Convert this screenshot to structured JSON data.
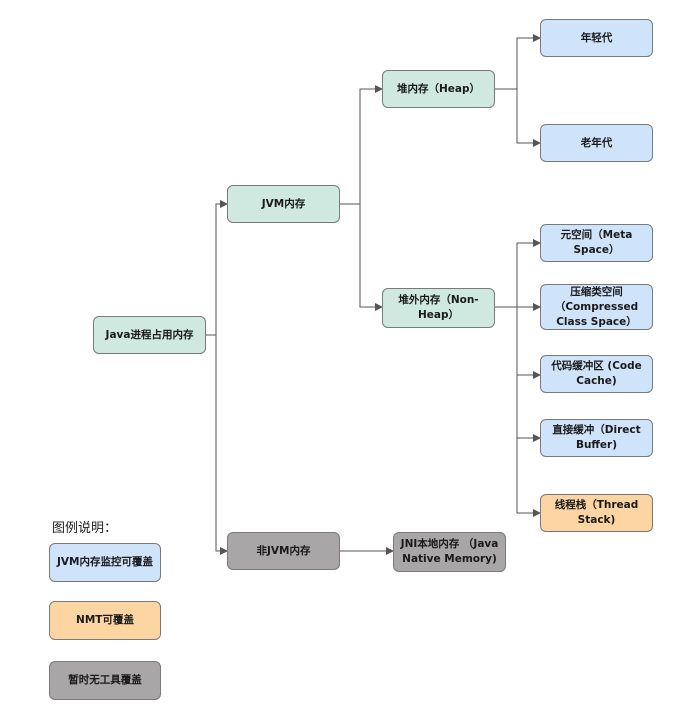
{
  "colors": {
    "green": "#cfe9e1",
    "blue": "#cfe3fb",
    "orange": "#fcd5a3",
    "gray": "#a8a6a6",
    "line": "#555555"
  },
  "nodes": {
    "root": "Java进程占用内存",
    "jvm": "JVM内存",
    "nonjvm": "非JVM内存",
    "heap": "堆内存（Heap）",
    "nonheap": "堆外内存（Non-Heap）",
    "young": "年轻代",
    "old": "老年代",
    "meta": "元空间（Meta Space）",
    "ccs": "压缩类空间（Compressed Class Space）",
    "codecache": "代码缓冲区 (Code Cache)",
    "direct": "直接缓冲（Direct Buffer)",
    "thread": "线程栈（Thread Stack)",
    "jni": "JNI本地内存 （Java Native Memory)"
  },
  "legend": {
    "title": "图例说明：",
    "items": [
      {
        "label": "JVM内存监控可覆盖",
        "color": "blue"
      },
      {
        "label": "NMT可覆盖",
        "color": "orange"
      },
      {
        "label": "暂时无工具覆盖",
        "color": "gray"
      }
    ]
  }
}
